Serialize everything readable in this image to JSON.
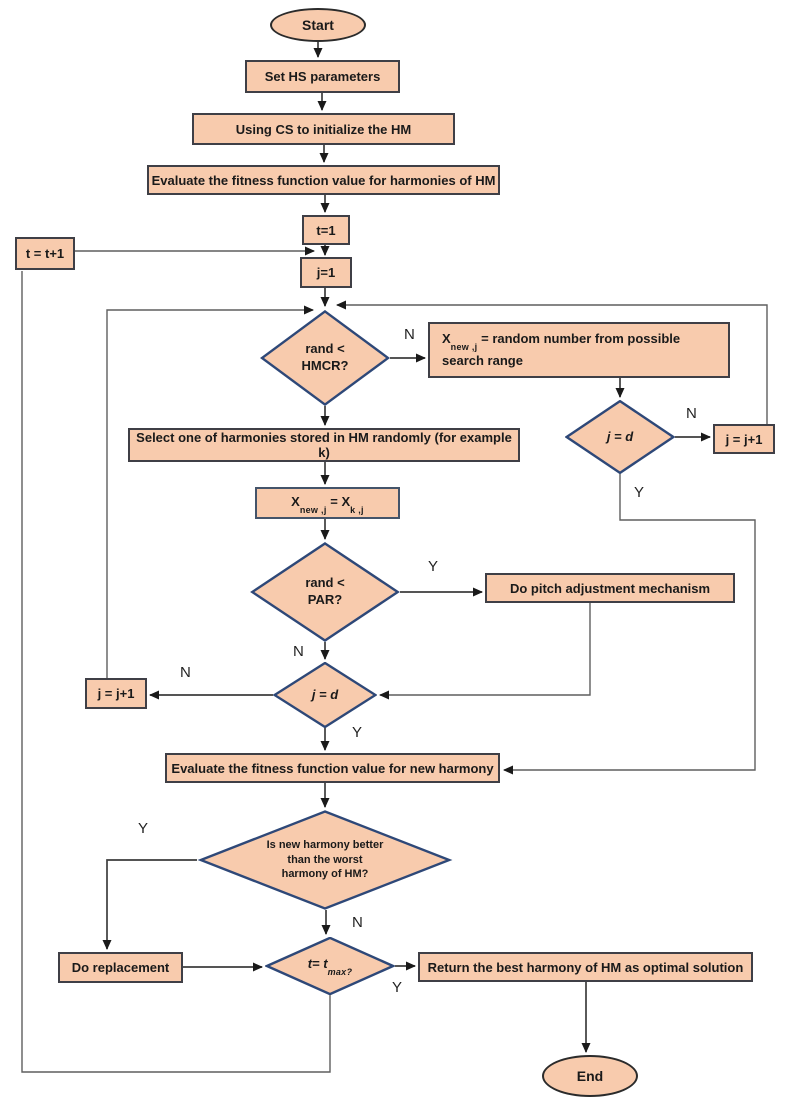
{
  "colors": {
    "shape_fill": "#F8CBAD",
    "rect_border": "#3F3F46",
    "diamond_border": "#2E4878",
    "line": "#3d3d3d",
    "text": "#1a1a1a",
    "background": "#ffffff"
  },
  "nodes": {
    "start": {
      "label": "Start"
    },
    "set_hs": {
      "label": "Set HS parameters"
    },
    "using_cs": {
      "label": "Using CS to initialize the HM"
    },
    "eval_hm": {
      "label": "Evaluate the fitness function value for harmonies of HM"
    },
    "t_init": {
      "label": "t=1"
    },
    "j_init": {
      "label": "j=1"
    },
    "t_incr": {
      "label": "t = t+1"
    },
    "hmcr": {
      "line1": "rand <",
      "line2": "HMCR?"
    },
    "x_random": {
      "base": "X",
      "sub": "new ,j",
      "rest": "= random number from possible search range"
    },
    "jd_right": {
      "label": "j = d"
    },
    "j_incr_right": {
      "label": "j = j+1"
    },
    "select": {
      "label": "Select one of harmonies stored in HM randomly (for example k)"
    },
    "x_assign": {
      "base": "X",
      "sub1": "new ,j",
      "mid": "= X",
      "sub2": "k ,j"
    },
    "par": {
      "line1": "rand <",
      "line2": "PAR?"
    },
    "pitch": {
      "label": "Do pitch adjustment mechanism"
    },
    "jd_center": {
      "label": "j = d"
    },
    "j_incr_left": {
      "label": "j = j+1"
    },
    "eval_new": {
      "label": "Evaluate the fitness function value for new harmony"
    },
    "better": {
      "lines": [
        "Is new harmony better",
        "than the worst",
        "harmony of HM?"
      ]
    },
    "tmax": {
      "pre": "t= t",
      "sub": "max?"
    },
    "do_replacement": {
      "label": "Do replacement"
    },
    "return_best": {
      "label": "Return the best harmony of HM as optimal solution"
    },
    "end": {
      "label": "End"
    }
  },
  "edge_labels": {
    "hmcr_no": "N",
    "jd_right_no": "N",
    "jd_right_yes": "Y",
    "par_yes": "Y",
    "par_no": "N",
    "jd_center_no": "N",
    "jd_center_yes": "Y",
    "better_yes": "Y",
    "better_no": "N",
    "tmax_yes": "Y"
  }
}
